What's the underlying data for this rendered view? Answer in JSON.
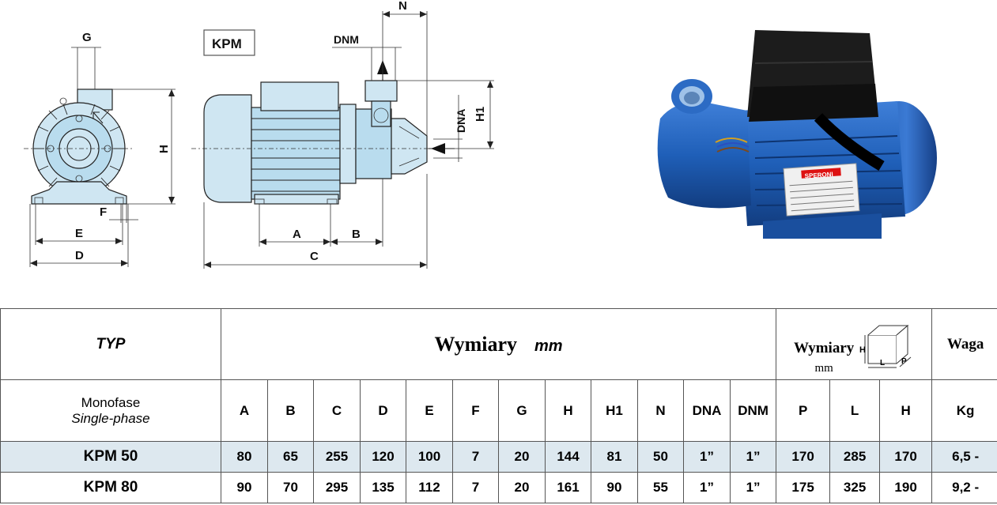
{
  "drawing": {
    "model_tag": "KPM",
    "dimension_letters": {
      "G": "G",
      "H": "H",
      "F": "F",
      "E": "E",
      "D": "D",
      "A": "A",
      "B": "B",
      "C": "C",
      "N": "N",
      "DNM": "DNM",
      "DNA": "DNA",
      "H1": "H1"
    },
    "colors": {
      "pump_body": "#cfe6f2",
      "photo_blue": "#1f5fb8"
    }
  },
  "photo": {
    "brand": "SPERONI",
    "icon": "pump-photo-icon"
  },
  "table": {
    "header": {
      "typ": "TYP",
      "wymiary": "Wymiary",
      "wymiary_unit": "mm",
      "pack_title": "Wymiary",
      "pack_unit": "mm",
      "pack_labels": {
        "H": "H",
        "L": "L",
        "P": "P"
      },
      "waga": "Waga"
    },
    "subheader": {
      "monofase": "Monofase",
      "single_phase": "Single-phase",
      "columns": [
        "A",
        "B",
        "C",
        "D",
        "E",
        "F",
        "G",
        "H",
        "H1",
        "N",
        "DNA",
        "DNM",
        "P",
        "L",
        "H"
      ],
      "weight_unit": "Kg"
    },
    "rows": [
      {
        "model": "KPM 50",
        "values": [
          "80",
          "65",
          "255",
          "120",
          "100",
          "7",
          "20",
          "144",
          "81",
          "50",
          "1”",
          "1”",
          "170",
          "285",
          "170"
        ],
        "weight": "6,5 -"
      },
      {
        "model": "KPM 80",
        "values": [
          "90",
          "70",
          "295",
          "135",
          "112",
          "7",
          "20",
          "161",
          "90",
          "55",
          "1”",
          "1”",
          "175",
          "325",
          "190"
        ],
        "weight": "9,2 -"
      }
    ]
  }
}
